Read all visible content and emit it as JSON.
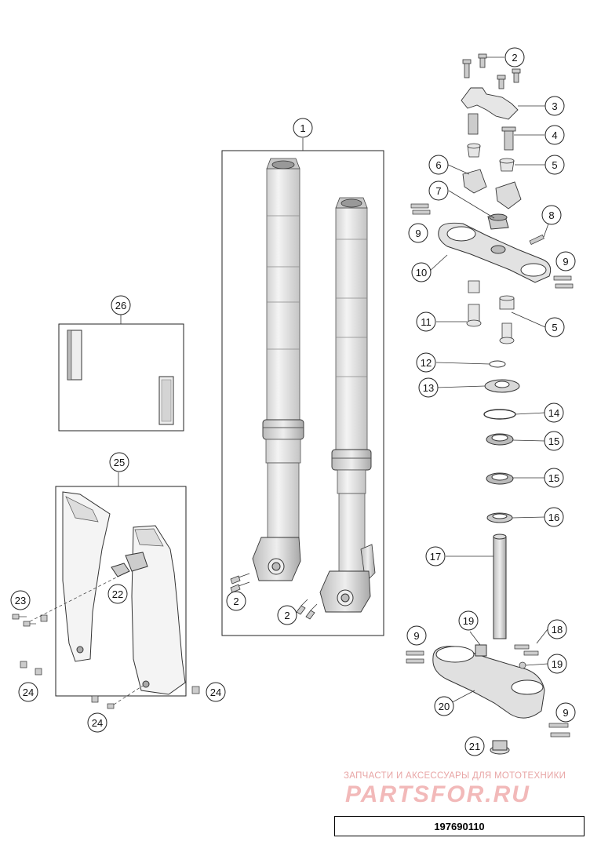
{
  "diagram": {
    "callouts": [
      "1",
      "2",
      "2",
      "2",
      "3",
      "4",
      "5",
      "5",
      "6",
      "7",
      "8",
      "9",
      "9",
      "9",
      "9",
      "10",
      "11",
      "12",
      "13",
      "14",
      "15",
      "15",
      "16",
      "17",
      "18",
      "19",
      "19",
      "20",
      "21",
      "22",
      "23",
      "24",
      "24",
      "24",
      "25",
      "26"
    ]
  },
  "watermark": {
    "caption": "ЗАПЧАСТИ И АКСЕССУАРЫ ДЛЯ МОТОТЕХНИКИ",
    "brand": "PARTSFOR.RU"
  },
  "document_number": "197690110"
}
